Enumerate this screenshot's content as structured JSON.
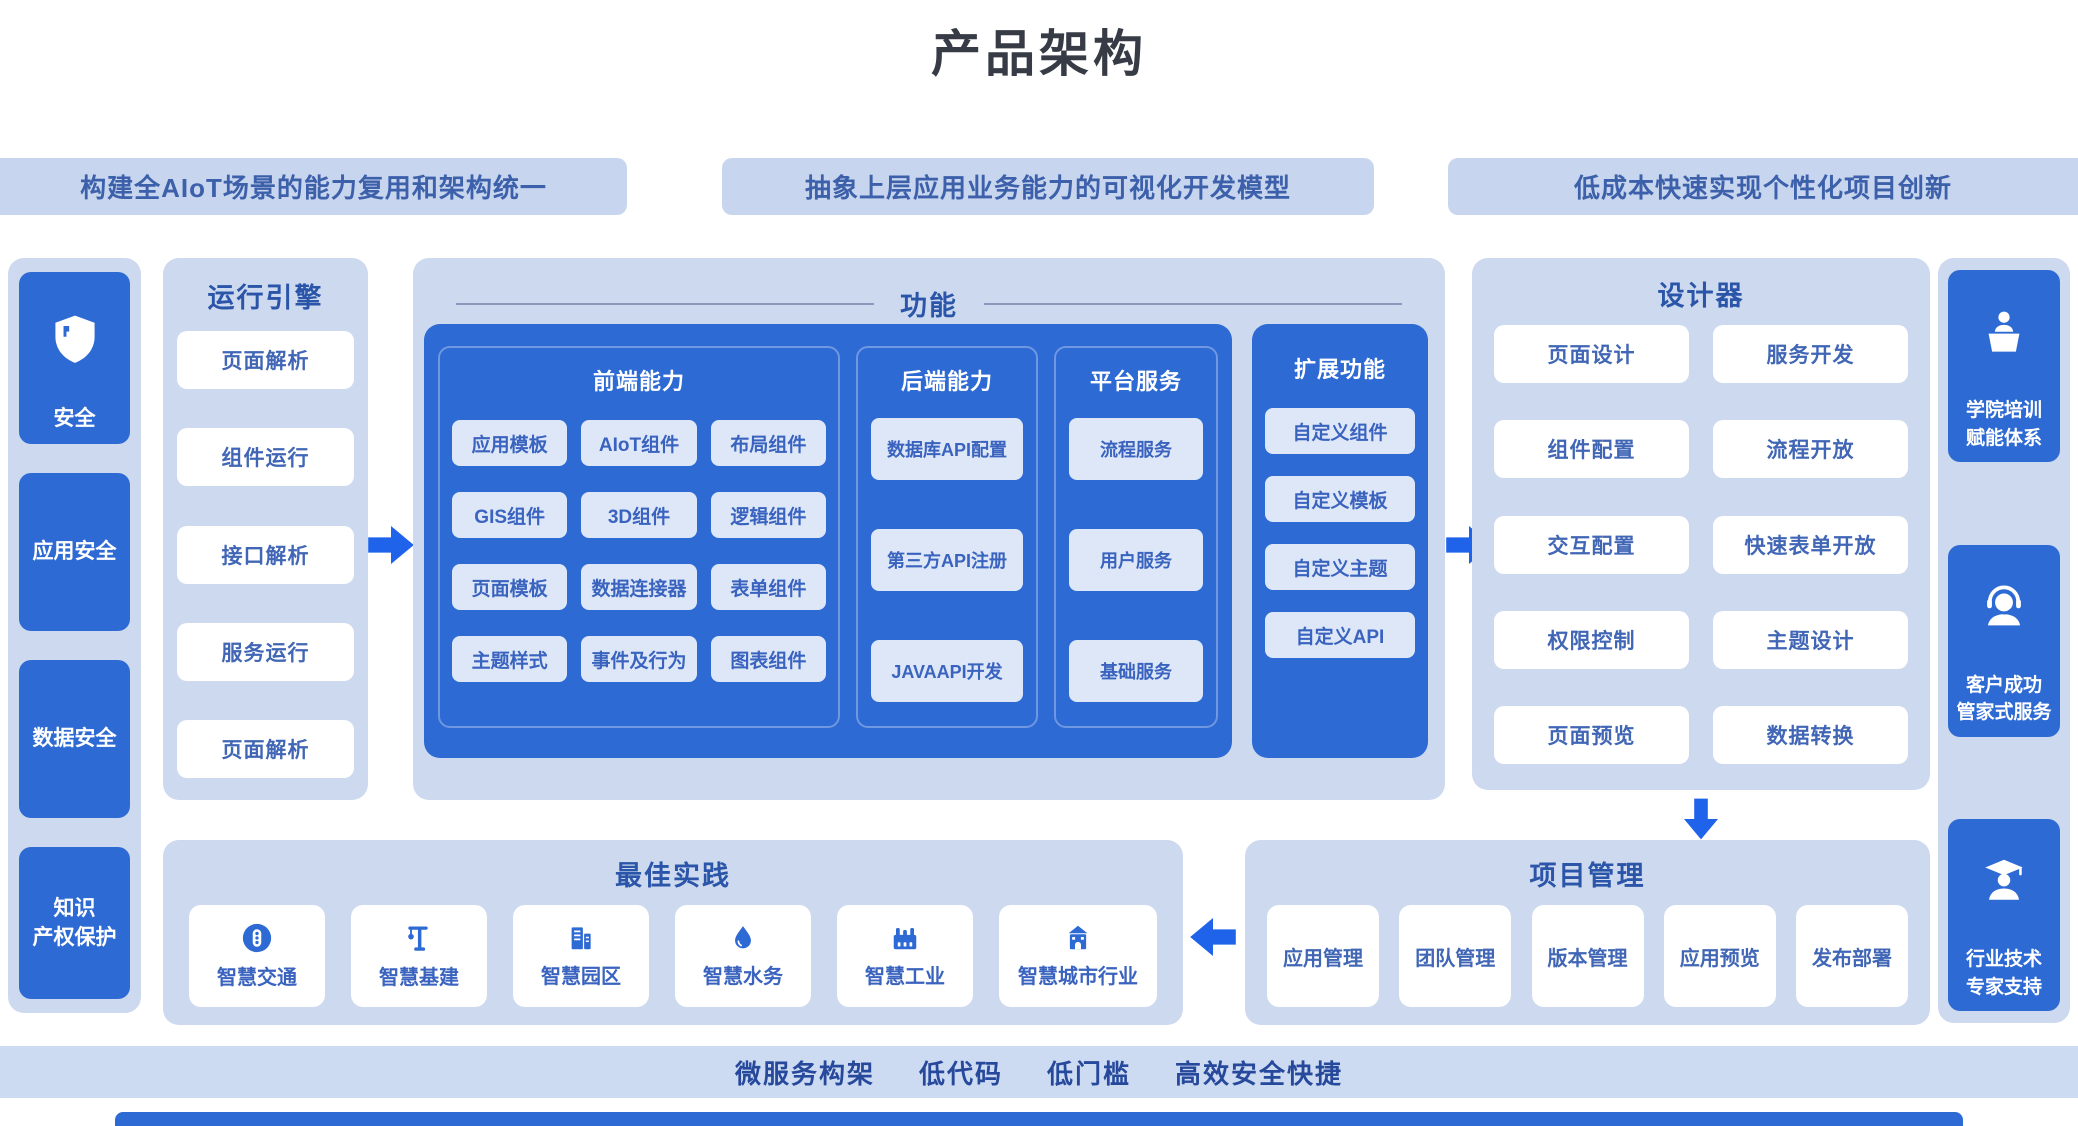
{
  "title": "产品架构",
  "colors": {
    "accent_blue": "#2e6ad3",
    "container_light_blue": "#cdd9ef",
    "banner_light_blue": "#c7d5ee",
    "chip_light": "#dde7f7",
    "dark_blue_text": "#2b55a8",
    "box_blue_text": "#4066b5",
    "arrow_blue": "#1e63e9",
    "title_dark": "#363b45"
  },
  "top_banners": [
    "构建全AIoT场景的能力复用和架构统一",
    "抽象上层应用业务能力的可视化开发模型",
    "低成本快速实现个性化项目创新"
  ],
  "security": {
    "items": [
      {
        "label": "安全",
        "icon": "shield-icon"
      },
      {
        "label": "应用安全"
      },
      {
        "label": "数据安全"
      },
      {
        "label": "知识\n产权保护"
      }
    ]
  },
  "runtime_engine": {
    "title": "运行引擎",
    "items": [
      "页面解析",
      "组件运行",
      "接口解析",
      "服务运行",
      "页面解析"
    ]
  },
  "functions": {
    "title": "功能",
    "frontend": {
      "title": "前端能力",
      "items": [
        "应用模板",
        "AIoT组件",
        "布局组件",
        "GIS组件",
        "3D组件",
        "逻辑组件",
        "页面模板",
        "数据连接器",
        "表单组件",
        "主题样式",
        "事件及行为",
        "图表组件"
      ]
    },
    "backend": {
      "title": "后端能力",
      "items": [
        "数据库API配置",
        "第三方API注册",
        "JAVAAPI开发"
      ]
    },
    "platform": {
      "title": "平台服务",
      "items": [
        "流程服务",
        "用户服务",
        "基础服务"
      ]
    },
    "extension": {
      "title": "扩展功能",
      "items": [
        "自定义组件",
        "自定义模板",
        "自定义主题",
        "自定义API"
      ]
    }
  },
  "designer": {
    "title": "设计器",
    "items": [
      "页面设计",
      "服务开发",
      "组件配置",
      "流程开放",
      "交互配置",
      "快速表单开放",
      "权限控制",
      "主题设计",
      "页面预览",
      "数据转换"
    ]
  },
  "support": {
    "items": [
      {
        "label": "学院培训\n赋能体系",
        "icon": "trainer-icon"
      },
      {
        "label": "客户成功\n管家式服务",
        "icon": "headset-icon"
      },
      {
        "label": "行业技术\n专家支持",
        "icon": "graduate-icon"
      }
    ]
  },
  "best_practice": {
    "title": "最佳实践",
    "items": [
      {
        "label": "智慧交通",
        "icon": "traffic-light-icon"
      },
      {
        "label": "智慧基建",
        "icon": "crane-icon"
      },
      {
        "label": "智慧园区",
        "icon": "building-icon"
      },
      {
        "label": "智慧水务",
        "icon": "water-drop-icon"
      },
      {
        "label": "智慧工业",
        "icon": "factory-icon"
      },
      {
        "label": "智慧城市行业",
        "icon": "house-icon"
      }
    ]
  },
  "project_management": {
    "title": "项目管理",
    "items": [
      "应用管理",
      "团队管理",
      "版本管理",
      "应用预览",
      "发布部署"
    ]
  },
  "bottom_banner": {
    "items": [
      "微服务构架",
      "低代码",
      "低门槛",
      "高效安全快捷"
    ]
  }
}
